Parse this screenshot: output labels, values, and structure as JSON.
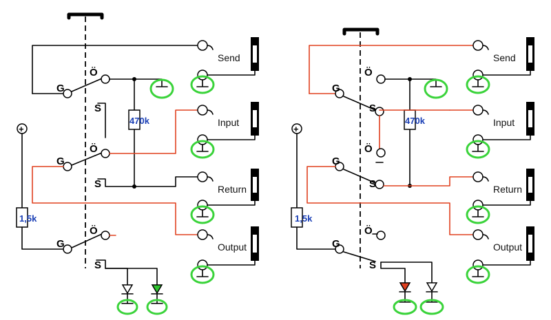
{
  "diagrams": [
    {
      "id": "left",
      "jack_labels": [
        "Send",
        "Input",
        "Return",
        "Output"
      ],
      "resistor_values": [
        "470k",
        "1,5k"
      ],
      "switch_terminal_letters": {
        "common": "G",
        "closed": "S",
        "open": "Ö"
      },
      "plus_symbol": "+",
      "led_colors": [
        "none",
        "green"
      ]
    },
    {
      "id": "right",
      "jack_labels": [
        "Send",
        "Input",
        "Return",
        "Output"
      ],
      "resistor_values": [
        "470k",
        "1,5k"
      ],
      "switch_terminal_letters": {
        "common": "G",
        "closed": "S",
        "open": "Ö"
      },
      "plus_symbol": "+",
      "led_colors": [
        "red",
        "none"
      ]
    }
  ],
  "colors": {
    "wire": "#000000",
    "signal_path": "#e0401f",
    "ground_highlight": "#3ad33a",
    "resistor_text": "#1a3fb5",
    "led_green": "#2fc42f",
    "led_red": "#e0401f"
  }
}
